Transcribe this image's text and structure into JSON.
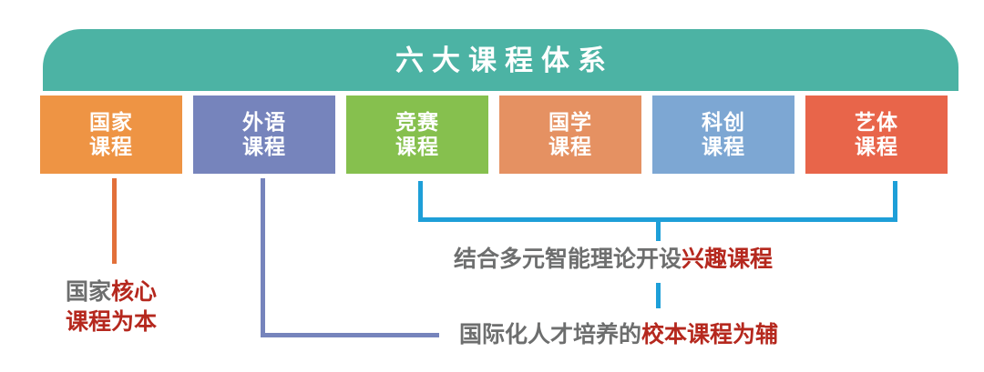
{
  "banner": {
    "title": "六大课程体系",
    "color": "#4cb3a4",
    "text_color": "#ffffff"
  },
  "courses": [
    {
      "name": "国家课程",
      "line1": "国家",
      "line2": "课程",
      "color": "#ee9444"
    },
    {
      "name": "外语课程",
      "line1": "外语",
      "line2": "课程",
      "color": "#7684bc"
    },
    {
      "name": "竞赛课程",
      "line1": "竞赛",
      "line2": "课程",
      "color": "#86c04e"
    },
    {
      "name": "国学课程",
      "line1": "国学",
      "line2": "课程",
      "color": "#e59162"
    },
    {
      "name": "科创课程",
      "line1": "科创",
      "line2": "课程",
      "color": "#7da7d3"
    },
    {
      "name": "艺体课程",
      "line1": "艺体",
      "line2": "课程",
      "color": "#e8654a"
    }
  ],
  "notes": {
    "left": {
      "line1_gray": "国家",
      "line1_red": "核心",
      "line2_red": "课程为本",
      "source": "国家课程"
    },
    "right_top": {
      "gray": "结合多元智能理论开设",
      "red": "兴趣课程",
      "source": "竞赛课程 – 艺体课程"
    },
    "right_bottom": {
      "gray": "国际化人才培养的",
      "red": "校本课程为辅",
      "source": "外语课程"
    }
  },
  "connectors": {
    "orange": "#e2703a",
    "purple": "#7684bc",
    "blue": "#1e9fd8"
  },
  "text_colors": {
    "gray": "#6d6e6e",
    "red": "#b5281e"
  }
}
